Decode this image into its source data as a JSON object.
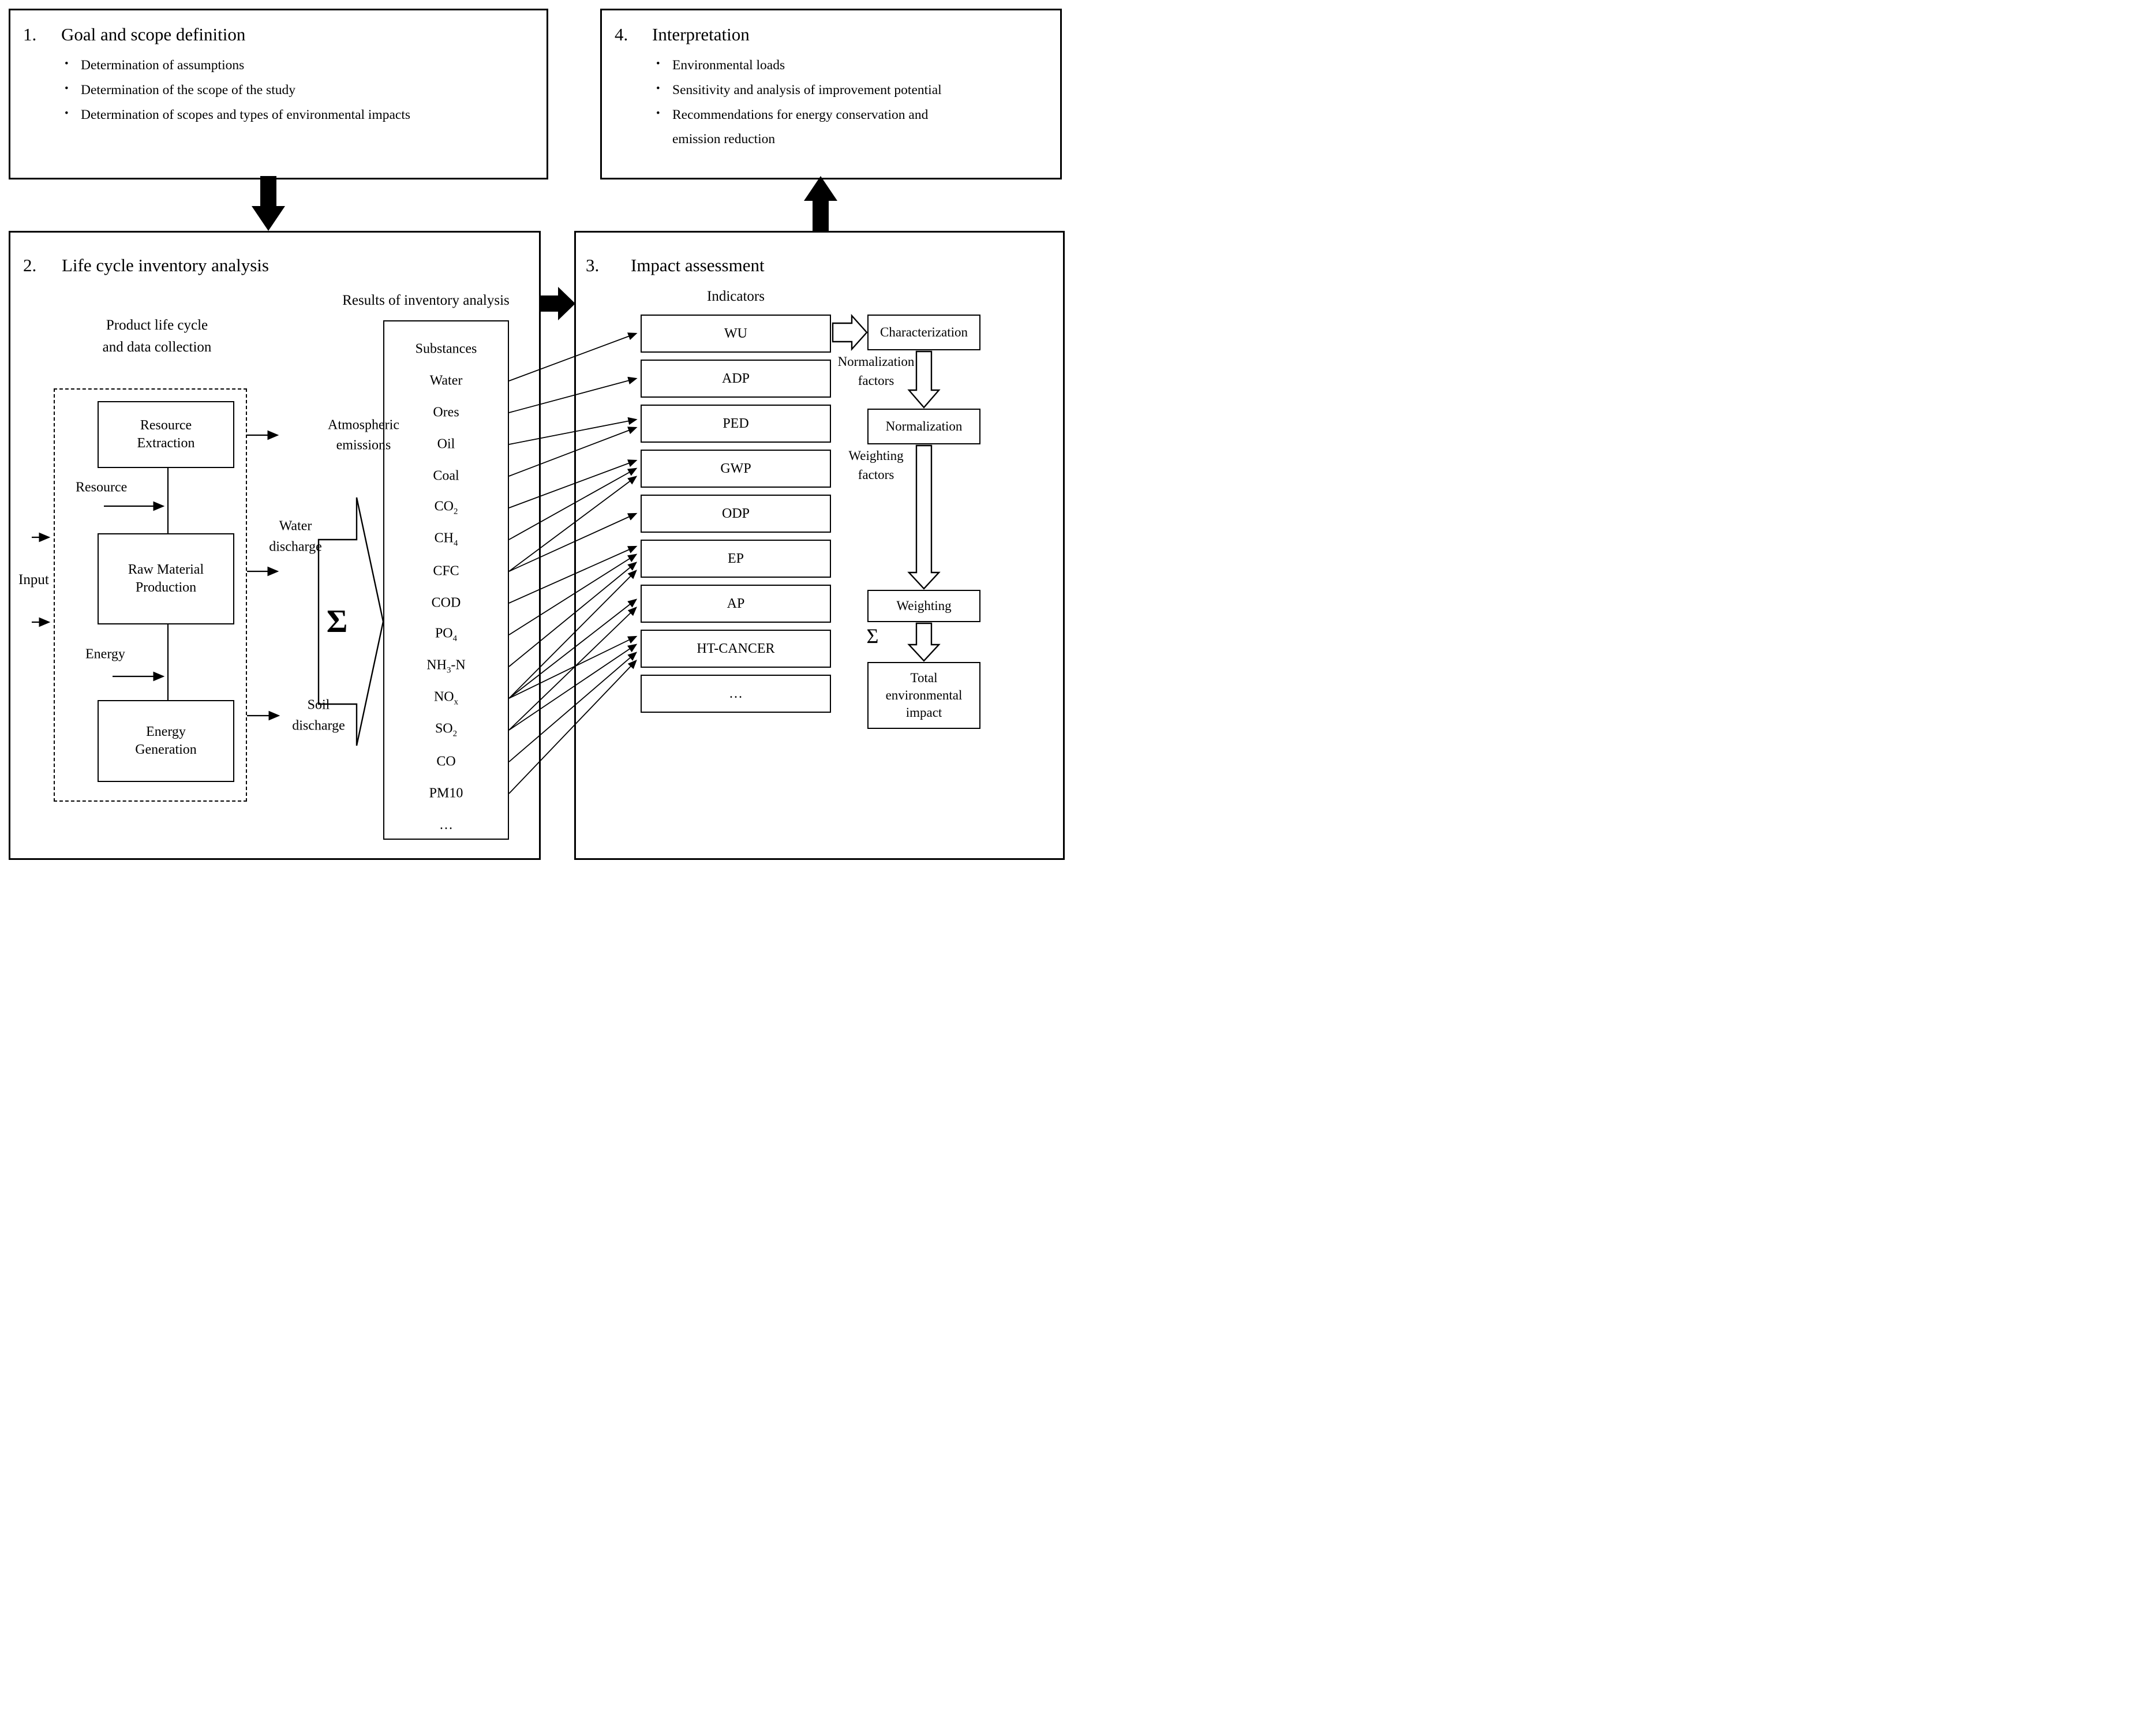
{
  "phases": {
    "goal": {
      "number": "1.",
      "title": "Goal and scope definition",
      "bullets": [
        "Determination of assumptions",
        "Determination of the scope of the study",
        "Determination of scopes and types of environmental impacts"
      ]
    },
    "inventory": {
      "number": "2.",
      "title": "Life cycle inventory analysis"
    },
    "impact": {
      "number": "3.",
      "title": "Impact assessment"
    },
    "interpretation": {
      "number": "4.",
      "title": "Interpretation",
      "bullets": [
        "Environmental loads",
        "Sensitivity and analysis of improvement potential",
        "Recommendations for energy conservation and emission reduction"
      ]
    }
  },
  "inventory": {
    "results_label": "Results of inventory analysis",
    "product_label": [
      "Product life cycle",
      "and data collection"
    ],
    "input_label": "Input",
    "processes": [
      "Resource Extraction",
      "Raw Material Production",
      "Energy Generation"
    ],
    "resource_label": "Resource",
    "energy_label": "Energy",
    "atmospheric_label": [
      "Atmospheric",
      "emissions"
    ],
    "water_label": [
      "Water",
      "discharge"
    ],
    "soil_label": [
      "Soil",
      "discharge"
    ],
    "sum_symbol": "Σ",
    "substances_header": "Substances",
    "substances": [
      "Water",
      "Ores",
      "Oil",
      "Coal",
      "CO₂",
      "CH₄",
      "CFC",
      "COD",
      "PO₄",
      "NH₃-N",
      "NOₓ",
      "SO₂",
      "CO",
      "PM10",
      "…"
    ]
  },
  "impact": {
    "indicators_label": "Indicators",
    "indicators": [
      "WU",
      "ADP",
      "PED",
      "GWP",
      "ODP",
      "EP",
      "AP",
      "HT-CANCER",
      "…"
    ],
    "characterization": "Characterization",
    "normalization": "Normalization",
    "weighting": "Weighting",
    "normalization_factors": [
      "Normalization",
      "factors"
    ],
    "weighting_factors": [
      "Weighting",
      "factors"
    ],
    "sum_symbol": "Σ",
    "total_impact": "Total environmental impact"
  },
  "links": [
    {
      "from": "Water",
      "to": "WU"
    },
    {
      "from": "Ores",
      "to": "ADP"
    },
    {
      "from": "Oil",
      "to": "PED"
    },
    {
      "from": "Coal",
      "to": "PED"
    },
    {
      "from": "CO₂",
      "to": "GWP"
    },
    {
      "from": "CH₄",
      "to": "GWP"
    },
    {
      "from": "CFC",
      "to": "GWP"
    },
    {
      "from": "CFC",
      "to": "ODP"
    },
    {
      "from": "COD",
      "to": "EP"
    },
    {
      "from": "PO₄",
      "to": "EP"
    },
    {
      "from": "NH₃-N",
      "to": "EP"
    },
    {
      "from": "NOₓ",
      "to": "EP"
    },
    {
      "from": "NOₓ",
      "to": "AP"
    },
    {
      "from": "SO₂",
      "to": "AP"
    },
    {
      "from": "NOₓ",
      "to": "HT-CANCER"
    },
    {
      "from": "SO₂",
      "to": "HT-CANCER"
    },
    {
      "from": "CO",
      "to": "HT-CANCER"
    },
    {
      "from": "PM10",
      "to": "HT-CANCER"
    }
  ]
}
